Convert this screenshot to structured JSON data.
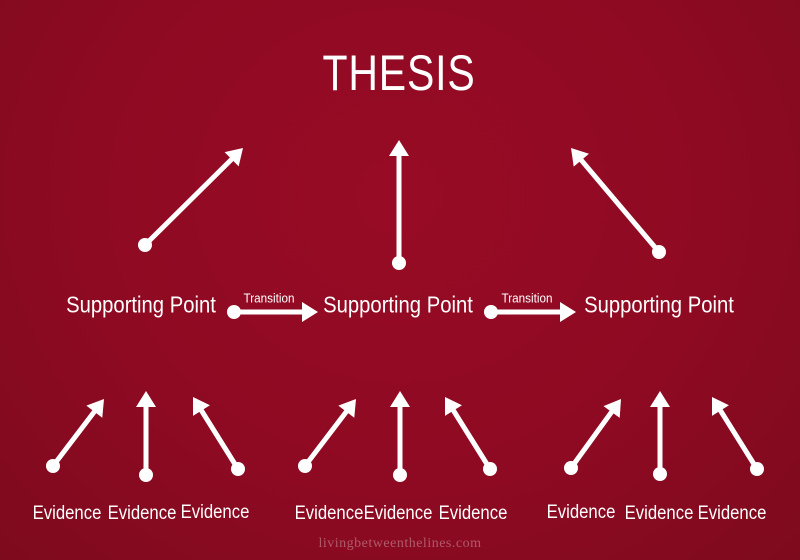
{
  "title": "THESIS",
  "supporting_points": [
    {
      "label": "Supporting Point"
    },
    {
      "label": "Supporting Point"
    },
    {
      "label": "Supporting Point"
    }
  ],
  "transitions": [
    {
      "label": "Transition"
    },
    {
      "label": "Transition"
    }
  ],
  "evidence": [
    {
      "label": "Evidence"
    },
    {
      "label": "Evidence"
    },
    {
      "label": "Evidence"
    },
    {
      "label": "Evidence"
    },
    {
      "label": "Evidence"
    },
    {
      "label": "Evidence"
    },
    {
      "label": "Evidence"
    },
    {
      "label": "Evidence"
    },
    {
      "label": "Evidence"
    }
  ],
  "footer": "livingbetweenthelines.com",
  "colors": {
    "background": "#8e0a22",
    "foreground": "#ffffff"
  }
}
